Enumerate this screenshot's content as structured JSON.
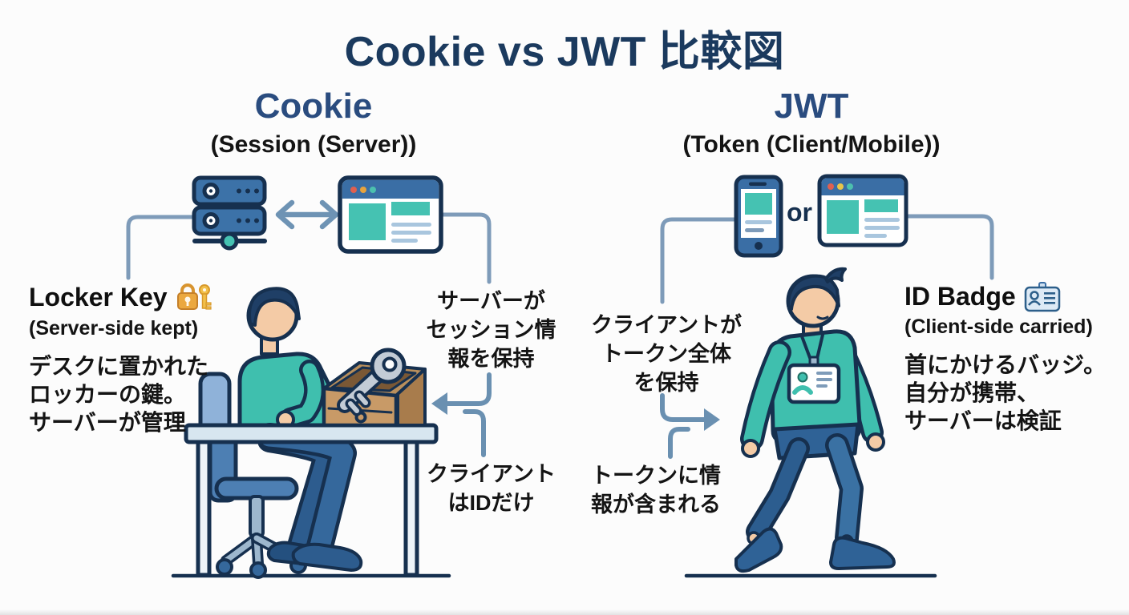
{
  "title": "Cookie vs JWT 比較図",
  "columns": {
    "cookie": {
      "heading": "Cookie",
      "subheading": "(Session (Server))"
    },
    "jwt": {
      "heading": "JWT",
      "subheading": "(Token (Client/Mobile))",
      "or_label": "or"
    }
  },
  "cookie_side": {
    "locker_title": "Locker Key",
    "locker_subtitle": "(Server-side kept)",
    "locker_desc": [
      "デスクに置かれた",
      "ロッカーの鍵。",
      "サーバーが管理"
    ],
    "server_note": [
      "サーバーが",
      "セッション情",
      "報を保持"
    ],
    "client_note": [
      "クライアント",
      "はIDだけ"
    ]
  },
  "jwt_side": {
    "badge_title": "ID Badge",
    "badge_subtitle": "(Client-side carried)",
    "badge_desc": [
      "首にかけるバッジ。",
      "自分が携帯、",
      "サーバーは検証"
    ],
    "client_note": [
      "クライアントが",
      "トークン全体",
      "を保持"
    ],
    "token_note": [
      "トークンに情",
      "報が含まれる"
    ]
  },
  "icons": {
    "lock_key": "lock-and-key-icon",
    "id_badge": "id-badge-icon",
    "server": "server-icon",
    "browser": "browser-window-icon",
    "phone": "smartphone-icon",
    "sync_arrow": "bidirectional-arrow-icon"
  },
  "colors": {
    "title_navy": "#1b3a5e",
    "heading_blue": "#2a4c7f",
    "outline_navy": "#16304f",
    "teal": "#3fbfae",
    "steel_blue": "#7e9bb9",
    "server_blue": "#3a6ea5",
    "desk_tan": "#c89a67",
    "skin": "#f4cba6"
  }
}
